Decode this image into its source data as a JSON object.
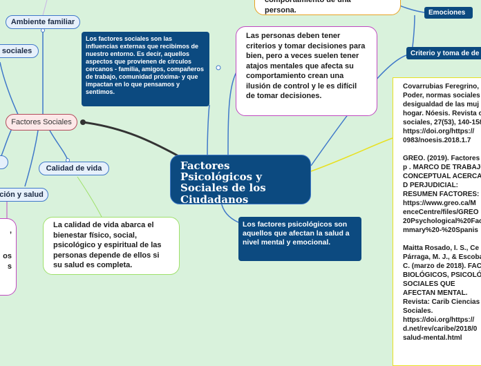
{
  "central": {
    "title": "Factores Psicológicos y Sociales de los Ciudadanos"
  },
  "hub": {
    "label": "Factores Sociales"
  },
  "pills": {
    "ambiente_familiar": "Ambiente familiar",
    "sociales_partial": "s sociales",
    "calidad_vida": "Calidad de vida",
    "educacion_salud_partial": "ación y salud"
  },
  "tags": {
    "emociones": "Emociones",
    "criterio": "Criterio y toma de de"
  },
  "notes": {
    "factores_sociales_def": "Los factores sociales son las influencias externas que recibimos de nuestro entorno. Es decir, aquellos aspectos que provienen de círculos cercanos - familia, amigos, compañeros de trabajo, comunidad próxima- y que impactan en lo que pensamos y sentimos.",
    "psicologicos_def": "Los factores psicológicos son aquellos que afectan la salud a nivel mental y emocional.",
    "criterios": "Las personas deben tener criterios y tomar decisiones para bien, pero a veces suelen tener atajos mentales que afecta su comportamiento crean una ilusión de control y le es difícil de tomar decisiones.",
    "calidad_vida_def": "La calidad de vida abarca el bienestar físico, social, psicológico y espiritual de las personas depende de ellos si su salud es  completa.",
    "top_partial": "comportamiento de una\npersona.",
    "left_partial_1": ",",
    "left_partial_2": "os",
    "left_partial_3": "s"
  },
  "references": "Covarrubias Feregrino, Poder, normas sociales desigualdad de las muj hogar. Nóesis. Revista c sociales, 27(53), 140-158 https://doi.org/https:// 0983/noesis.2018.1.7\n\nGREO. (2019). Factores p . MARCO DE TRABAJO CONCEPTUAL ACERCA D PERJUDICIAL: RESUMEN FACTORES: https://www.greo.ca/M enceCentre/files/GREO 20Psychological%20Fac mmary%20-%20Spanis\n\nMaitta Rosado, I. S., Ce Párraga, M. J., & Escoba C. (marzo de 2018). FAC BIOLÓGICOS, PSICOLÓ SOCIALES QUE AFECTAN MENTAL. Revista: Carib Ciencias Sociales. https://doi.org/https:// d.net/rev/caribe/2018/0 salud-mental.html",
  "colors": {
    "background": "#d9f2dc",
    "dark_box": "#0c4a80",
    "pill_border": "#3f78c9",
    "hub_border": "#b24a5a",
    "link_calidad": "#9ee06a",
    "link_purple": "#c048c0",
    "link_yellow": "#e8e020",
    "link_blue": "#3f78c9",
    "link_dark": "#333333"
  }
}
